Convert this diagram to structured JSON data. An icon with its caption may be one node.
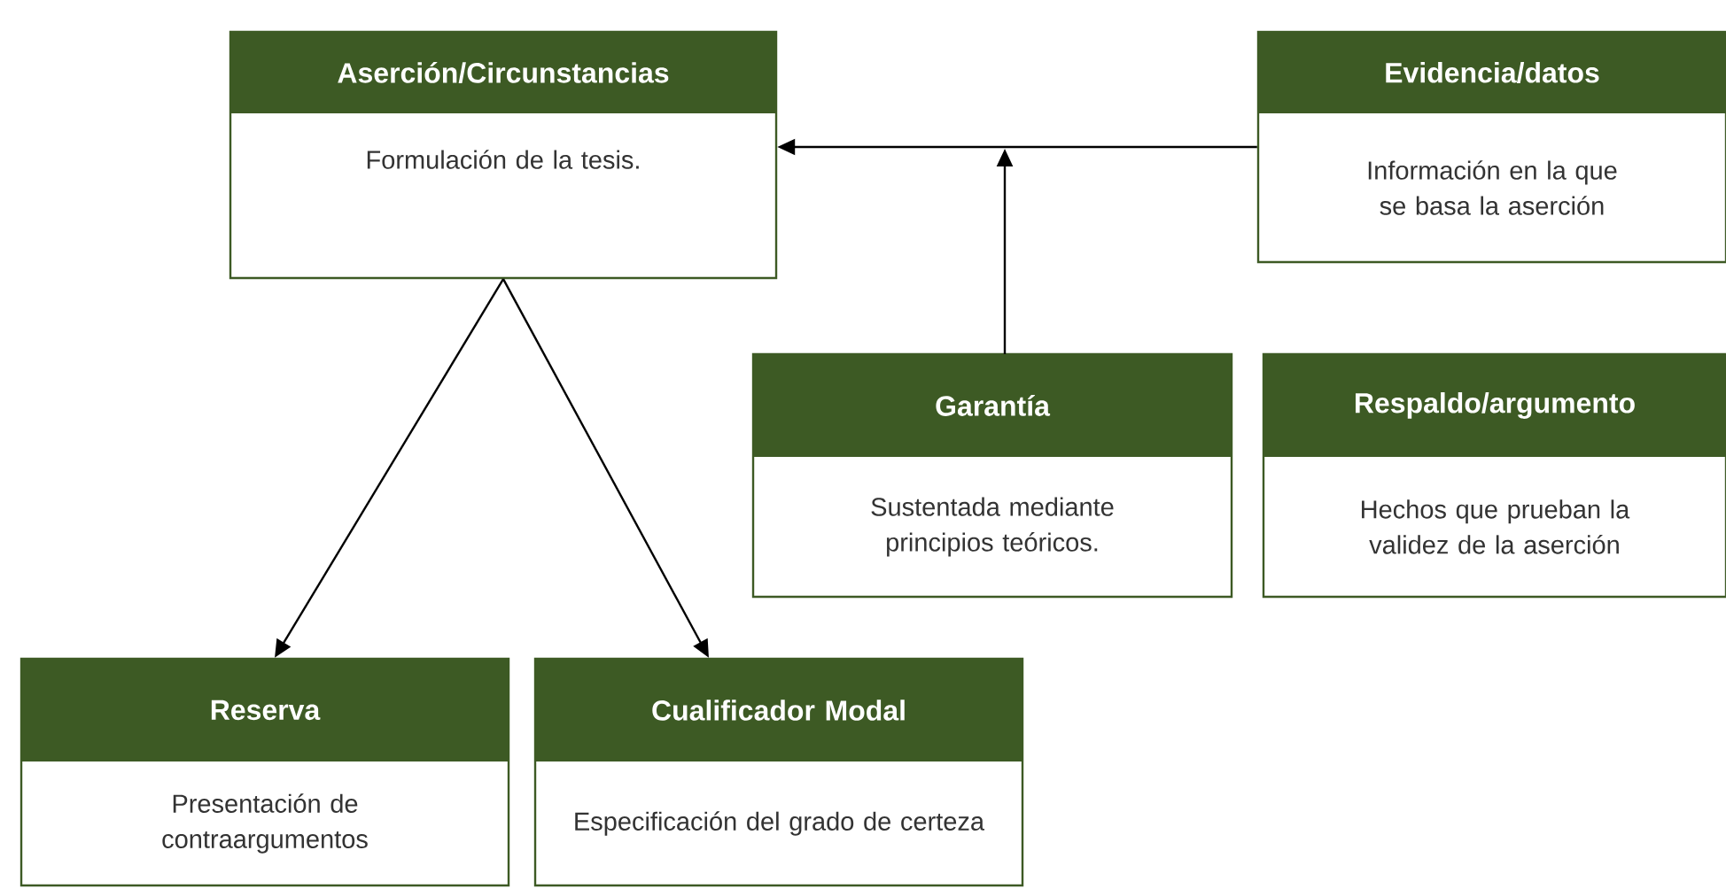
{
  "diagram": {
    "nodes": [
      {
        "text": [
          "Aserción/Circunstancias",
          "Formulación de la tesis."
        ]
      },
      {
        "text": [
          "Evidencia/datos",
          "Información en la que se basa la aserción"
        ]
      },
      {
        "text": [
          "Garantía",
          "Sustentada mediante principios teóricos."
        ]
      },
      {
        "text": [
          "Respaldo/argumento",
          "Hechos que prueban la validez de la aserción"
        ]
      },
      {
        "text": [
          "Reserva",
          "Presentación de contraargumentos"
        ]
      },
      {
        "text": [
          "Cualificador Modal",
          "Especificación del grado de certeza"
        ]
      }
    ],
    "edges": [
      {
        "from": 1,
        "to": 0,
        "arrow": "to"
      },
      {
        "from": 2,
        "to": null,
        "arrow": "to"
      },
      {
        "from": 0,
        "to": 4,
        "arrow": "to"
      },
      {
        "from": 0,
        "to": 5,
        "arrow": "to"
      }
    ]
  }
}
